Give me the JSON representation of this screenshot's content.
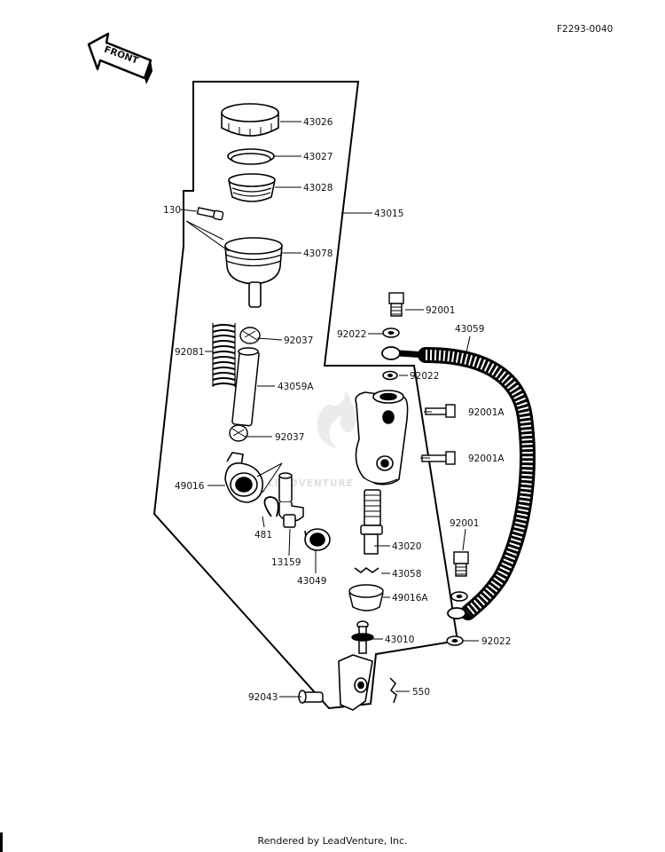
{
  "diagram_code": "F2293-0040",
  "front_label": "FRONT",
  "watermark": "LEADVENTURE",
  "footer": "Rendered by LeadVenture, Inc.",
  "parts": {
    "p43026": "43026",
    "p43027": "43027",
    "p43028": "43028",
    "p130": "130",
    "p43015": "43015",
    "p43078": "43078",
    "p92001_top": "92001",
    "p92022_top": "92022",
    "p43059": "43059",
    "p92037_top": "92037",
    "p92081": "92081",
    "p92022_mid": "92022",
    "p43059A": "43059A",
    "p92001A_top": "92001A",
    "p92037_bottom": "92037",
    "p92001A_bottom": "92001A",
    "p49016": "49016",
    "p481": "481",
    "p92001_right": "92001",
    "p43020": "43020",
    "p13159": "13159",
    "p43058": "43058",
    "p43049": "43049",
    "p49016A": "49016A",
    "p43010": "43010",
    "p92022_bottom": "92022",
    "p550": "550",
    "p92043": "92043"
  }
}
